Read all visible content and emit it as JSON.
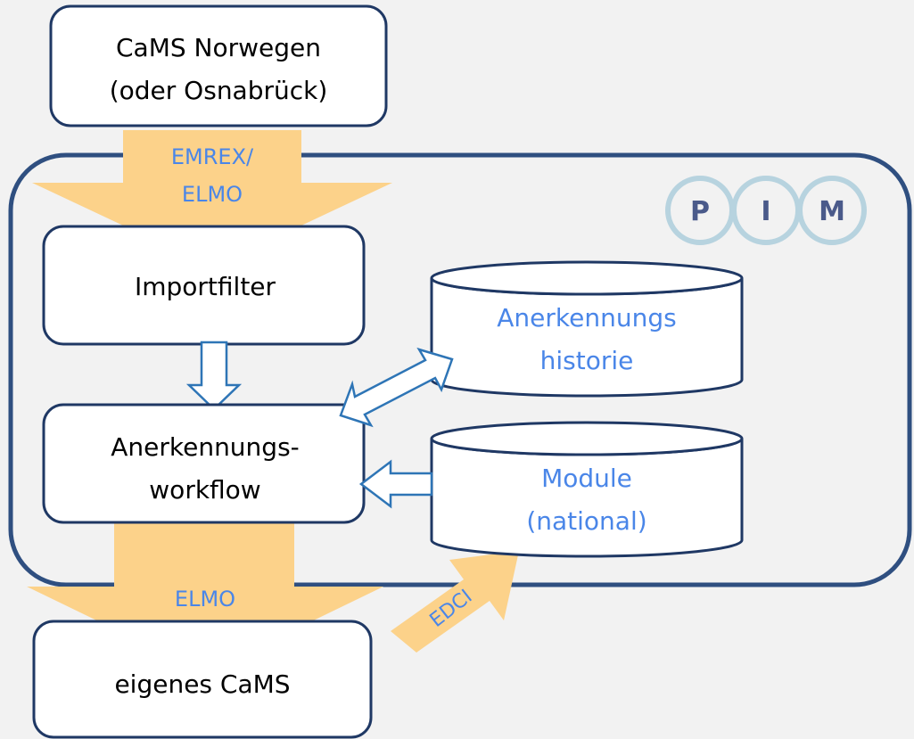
{
  "nodes": {
    "cams_norwegen": {
      "line1": "CaMS Norwegen",
      "line2": "(oder Osnabrück)"
    },
    "importfilter": {
      "label": "Importfilter"
    },
    "anerkennungsworkflow": {
      "line1": "Anerkennungs-",
      "line2": "workflow"
    },
    "eigenes_cams": {
      "label": "eigenes CaMS"
    },
    "historie_db": {
      "line1": "Anerkennungs",
      "line2": "historie"
    },
    "module_db": {
      "line1": "Module",
      "line2": "(national)"
    }
  },
  "arrows": {
    "emrex_elmo": {
      "line1": "EMREX/",
      "line2": "ELMO"
    },
    "elmo_out": {
      "label": "ELMO"
    },
    "edci": {
      "label": "EDCI"
    }
  },
  "logo": {
    "letters": [
      "P",
      "I",
      "M"
    ]
  },
  "colors": {
    "box_border": "#1f3864",
    "container_border": "#2f4f80",
    "flow_arrow": "#fcd28a",
    "link_text": "#4a86e8",
    "connector": "#2e75b6",
    "logo_ring": "#b7d3df",
    "logo_letter": "#4a5a8a"
  }
}
